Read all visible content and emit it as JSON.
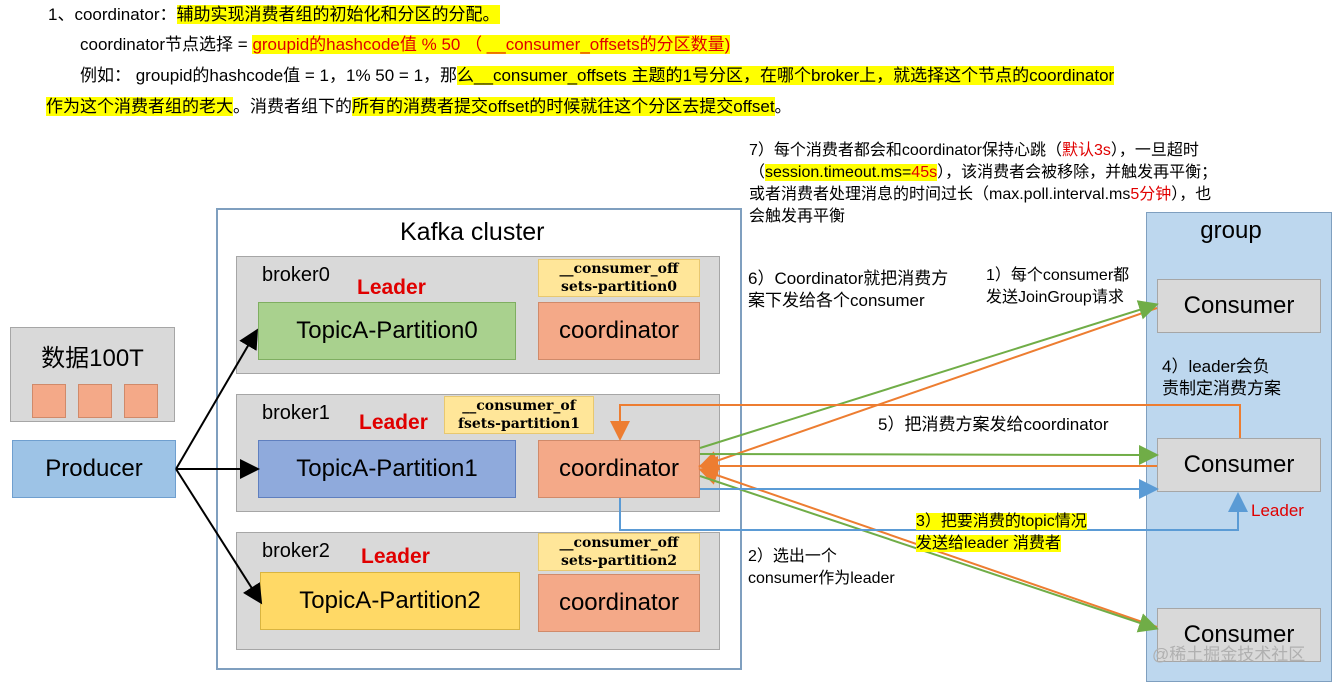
{
  "header": {
    "line1_prefix": "1、coordinator：",
    "line1_highlight": "辅助实现消费者组的初始化和分区的分配。",
    "line2_prefix": "coordinator节点选择 = ",
    "line2_highlight": "groupid的hashcode值 % 50 （ __consumer_offsets的分区数量)",
    "line3_a": "例如： groupid的hashcode值 = 1，1% 50 = 1，那",
    "line3_hl": "么__consumer_offsets 主题的1号分区，在哪个broker上，就选择这个节点的coordinator",
    "line4_hl1": "作为这个消费者组的老大",
    "line4_mid": "。消费者组下的",
    "line4_hl2": "所有的消费者提交offset的时候就往这个分区去提交offset",
    "line4_end": "。"
  },
  "data_box": {
    "label": "数据100T"
  },
  "producer": {
    "label": "Producer"
  },
  "cluster": {
    "title": "Kafka cluster",
    "brokers": [
      {
        "name": "broker0",
        "leader": "Leader",
        "partition": "TopicA-Partition0",
        "tag_line1": "__consumer_off",
        "tag_line2": "sets-partition0",
        "coordinator": "coordinator"
      },
      {
        "name": "broker1",
        "leader": "Leader",
        "partition": "TopicA-Partition1",
        "tag_line1": "__consumer_of",
        "tag_line2": "fsets-partition1",
        "coordinator": "coordinator"
      },
      {
        "name": "broker2",
        "leader": "Leader",
        "partition": "TopicA-Partition2",
        "tag_line1": "__consumer_off",
        "tag_line2": "sets-partition2",
        "coordinator": "coordinator"
      }
    ]
  },
  "group": {
    "title": "group",
    "consumers": [
      "Consumer",
      "Consumer",
      "Consumer"
    ],
    "leader_label": "Leader"
  },
  "notes": {
    "n7_l1a": "7）每个消费者都会和coordinator保持心跳（",
    "n7_l1red": "默认3s",
    "n7_l1b": "），一旦超时",
    "n7_l2a": "（",
    "n7_l2hl": "session.timeout.ms=",
    "n7_l2hlred": "45s",
    "n7_l2b": "），该消费者会被移除，并触发再平衡；",
    "n7_l3a": "或者消费者处理消息的时间过长（max.poll.interval.ms",
    "n7_l3red": "5分钟",
    "n7_l3b": "），也",
    "n7_l4": "会触发再平衡",
    "n6_l1": "6）Coordinator就把消费方",
    "n6_l2": "案下发给各个consumer",
    "n1_l1": "1）每个consumer都",
    "n1_l2": "发送JoinGroup请求",
    "n4_l1": "4）leader会负",
    "n4_l2": "责制定消费方案",
    "n5": "5）把消费方案发给coordinator",
    "n3_l1": "3）把要消费的topic情况",
    "n3_l2": "发送给leader 消费者",
    "n2_l1": "2）选出一个",
    "n2_l2": "consumer作为leader"
  },
  "watermark": "@稀土掘金技术社区",
  "colors": {
    "green_arrow": "#70ad47",
    "orange_arrow": "#ed7d31",
    "blue_arrow": "#5b9bd5",
    "red_text": "#e00000",
    "highlight": "#ffff00"
  }
}
